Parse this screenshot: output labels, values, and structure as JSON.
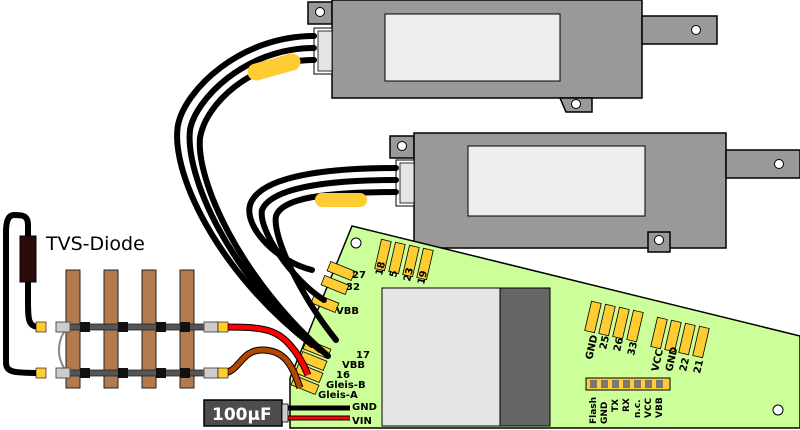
{
  "labels": {
    "tvs_diode": "TVS-Diode",
    "capacitor": "100µF",
    "gnd_wire": "GND",
    "vin_wire": "VIN"
  },
  "board_left_pads": [
    "27",
    "32",
    "VBB",
    "17",
    "VBB",
    "16",
    "Gleis-B",
    "Gleis-A"
  ],
  "board_top_pads": [
    "18",
    "5",
    "23",
    "19"
  ],
  "board_right_pads_1": [
    "GND",
    "25",
    "26",
    "33"
  ],
  "board_right_pads_2": [
    "VCC",
    "GND",
    "22",
    "21"
  ],
  "header_pins": [
    "Flash",
    "GND",
    "TX",
    "RX",
    "n.c.",
    "VCC",
    "VBB"
  ],
  "colors": {
    "board": "#ccff99",
    "pad": "#ffcc33",
    "servo_body": "#999999",
    "servo_label": "#eeeeee",
    "wire": "#000000",
    "wire_red": "#ff0000",
    "wire_brown": "#b34700",
    "tie": "#b37a4d",
    "diode": "#2b0a0a"
  }
}
